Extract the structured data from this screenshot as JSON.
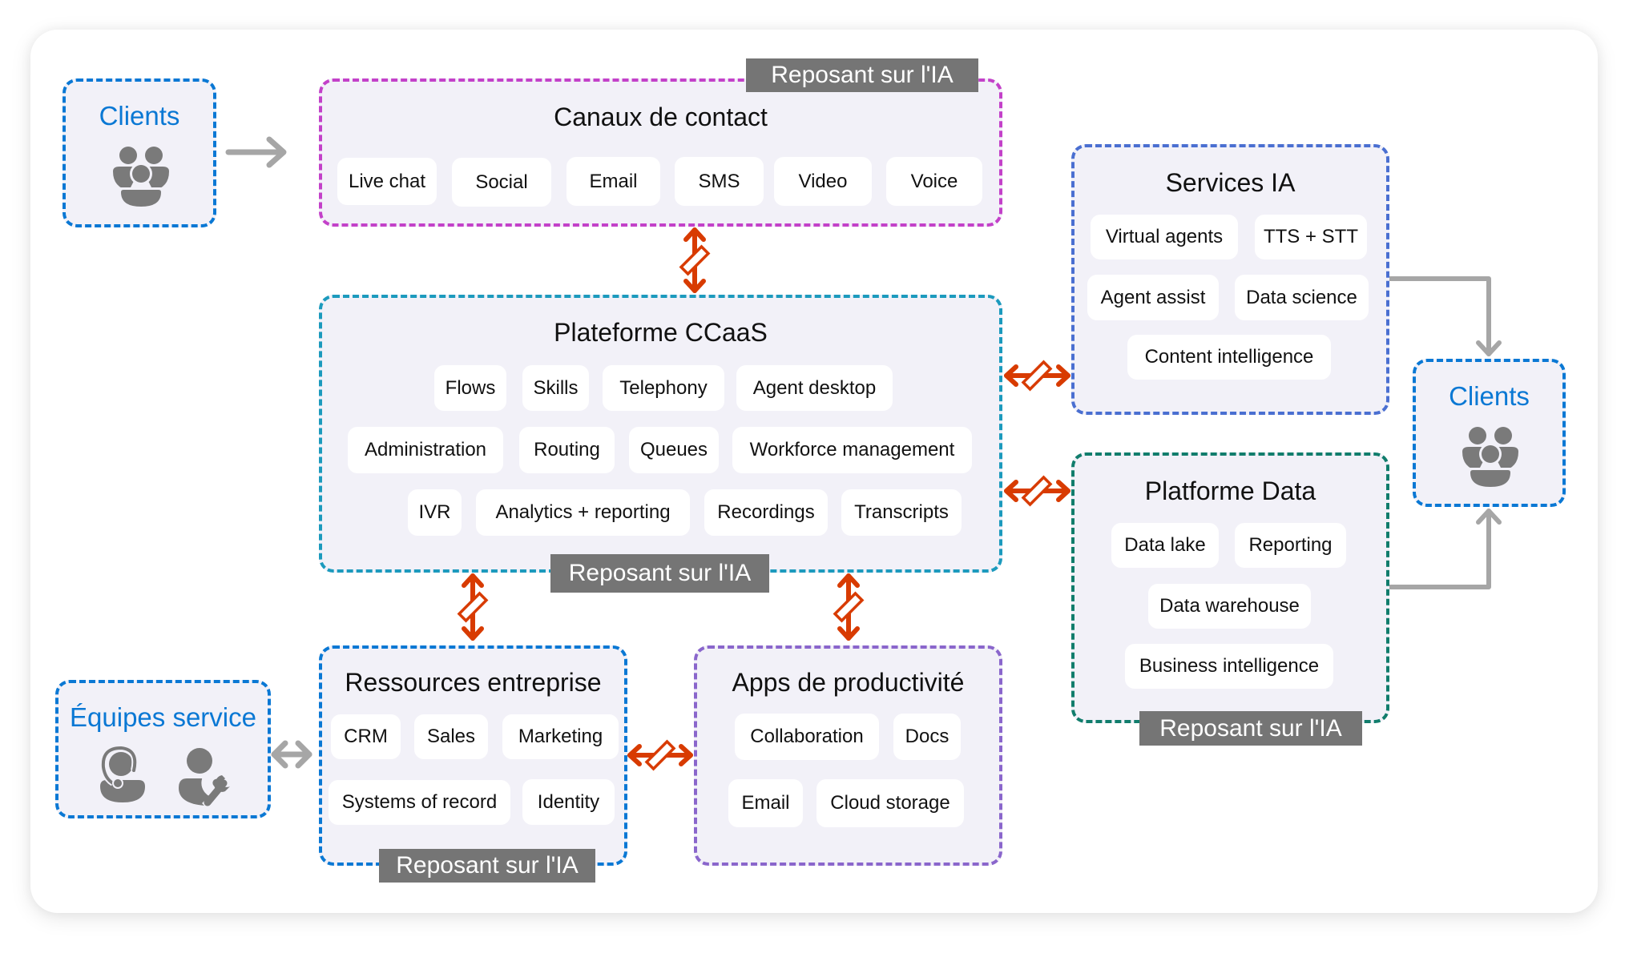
{
  "diagram": {
    "badge_text": "Reposant sur l'IA",
    "colors": {
      "actor_blue": "#0a78d4",
      "contact_magenta": "#c341c9",
      "ccaas_teal": "#1c9abd",
      "ai_services_blue": "#4a6fd1",
      "data_green": "#117d6c",
      "enterprise_blue": "#0a78d4",
      "productivity_purple": "#8a66cc",
      "link_arrow": "#d83b01",
      "flow_arrow": "#a6a6a6",
      "badge_bg": "#757575",
      "box_fill": "#f2f1f8"
    },
    "clients_left": {
      "title": "Clients",
      "icon": "people-group-icon"
    },
    "clients_right": {
      "title": "Clients",
      "icon": "people-group-icon"
    },
    "service_teams": {
      "title": "Équipes service",
      "icons": [
        "headset-person-icon",
        "person-wrench-icon"
      ]
    },
    "contact_channels": {
      "title": "Canaux de contact",
      "badge": "Reposant sur l'IA",
      "items": [
        "Live chat",
        "Social",
        "Email",
        "SMS",
        "Video",
        "Voice"
      ]
    },
    "ccaas": {
      "title": "Plateforme CCaaS",
      "badge": "Reposant sur l'IA",
      "items": [
        "Flows",
        "Skills",
        "Telephony",
        "Agent desktop",
        "Administration",
        "Routing",
        "Queues",
        "Workforce management",
        "IVR",
        "Analytics + reporting",
        "Recordings",
        "Transcripts"
      ]
    },
    "ai_services": {
      "title": "Services IA",
      "items": [
        "Virtual agents",
        "TTS + STT",
        "Agent assist",
        "Data science",
        "Content intelligence"
      ]
    },
    "data_platform": {
      "title": "Platforme Data",
      "badge": "Reposant sur l'IA",
      "items": [
        "Data lake",
        "Reporting",
        "Data warehouse",
        "Business intelligence"
      ]
    },
    "enterprise": {
      "title": "Ressources entreprise",
      "badge": "Reposant sur l'IA",
      "items": [
        "CRM",
        "Sales",
        "Marketing",
        "Systems of record",
        "Identity"
      ]
    },
    "productivity": {
      "title": "Apps de productivité",
      "items": [
        "Collaboration",
        "Docs",
        "Email",
        "Cloud storage"
      ]
    },
    "connections": [
      {
        "from": "Clients",
        "to": "Canaux de contact",
        "type": "one-way"
      },
      {
        "from": "Canaux de contact",
        "to": "Plateforme CCaaS",
        "type": "two-way-integration"
      },
      {
        "from": "Plateforme CCaaS",
        "to": "Services IA",
        "type": "two-way-integration"
      },
      {
        "from": "Plateforme CCaaS",
        "to": "Platforme Data",
        "type": "two-way-integration"
      },
      {
        "from": "Plateforme CCaaS",
        "to": "Ressources entreprise",
        "type": "two-way-integration"
      },
      {
        "from": "Plateforme CCaaS",
        "to": "Apps de productivité",
        "type": "two-way-integration"
      },
      {
        "from": "Ressources entreprise",
        "to": "Apps de productivité",
        "type": "two-way-integration"
      },
      {
        "from": "Équipes service",
        "to": "Ressources entreprise",
        "type": "two-way"
      },
      {
        "from": "Services IA",
        "to": "Clients",
        "type": "one-way"
      },
      {
        "from": "Platforme Data",
        "to": "Clients",
        "type": "one-way"
      }
    ]
  }
}
